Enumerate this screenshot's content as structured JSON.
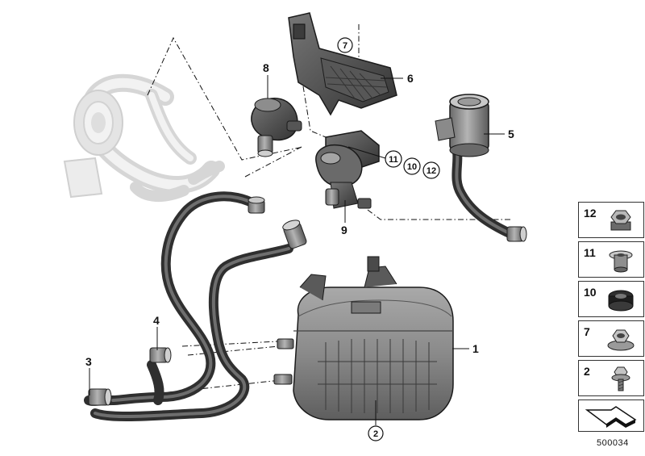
{
  "diagram": {
    "callouts": {
      "c1": "1",
      "c2": "2",
      "c3": "3",
      "c4": "4",
      "c5": "5",
      "c6": "6",
      "c7": "7",
      "c8": "8",
      "c9": "9",
      "c10": "10",
      "c11": "11",
      "c12": "12"
    }
  },
  "legend": {
    "items": [
      {
        "number": "12",
        "glyph": "hex-nut-icon"
      },
      {
        "number": "11",
        "glyph": "flanged-sleeve-icon"
      },
      {
        "number": "10",
        "glyph": "rubber-grommet-icon"
      },
      {
        "number": "7",
        "glyph": "flange-nut-icon"
      },
      {
        "number": "2",
        "glyph": "flange-screw-icon"
      }
    ],
    "arrow_glyph": "cutaway-arrow-icon"
  },
  "document_number": "500034"
}
